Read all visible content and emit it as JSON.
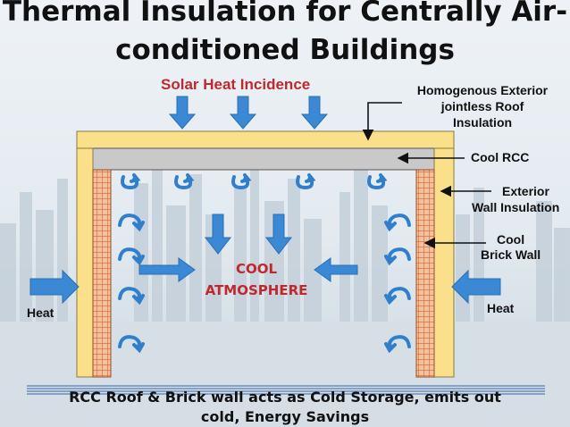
{
  "title": {
    "line1": "Thermal Insulation for Centrally Air-",
    "line2": "conditioned Buildings"
  },
  "labels": {
    "solar": "Solar Heat Incidence",
    "roof_insulation_1": "Homogenous Exterior",
    "roof_insulation_2": "jointless Roof",
    "roof_insulation_3": "Insulation",
    "cool_rcc": "Cool RCC",
    "exterior_wall_1": "Exterior",
    "exterior_wall_2": "Wall Insulation",
    "cool_brick_1": "Cool",
    "cool_brick_2": "Brick  Wall",
    "cool_atm_1": "COOL",
    "cool_atm_2": "ATMOSPHERE",
    "heat_left": "Heat",
    "heat_right": "Heat"
  },
  "caption": {
    "line1": "RCC Roof & Brick wall acts as Cold Storage, emits out",
    "line2": "cold, Energy Savings"
  },
  "colors": {
    "insulation": "#fbe08c",
    "rcc": "#c9c9c9",
    "brick": "#e07a3a",
    "arrow_blue": "#3b88d4",
    "accent_red": "#c0282f"
  }
}
